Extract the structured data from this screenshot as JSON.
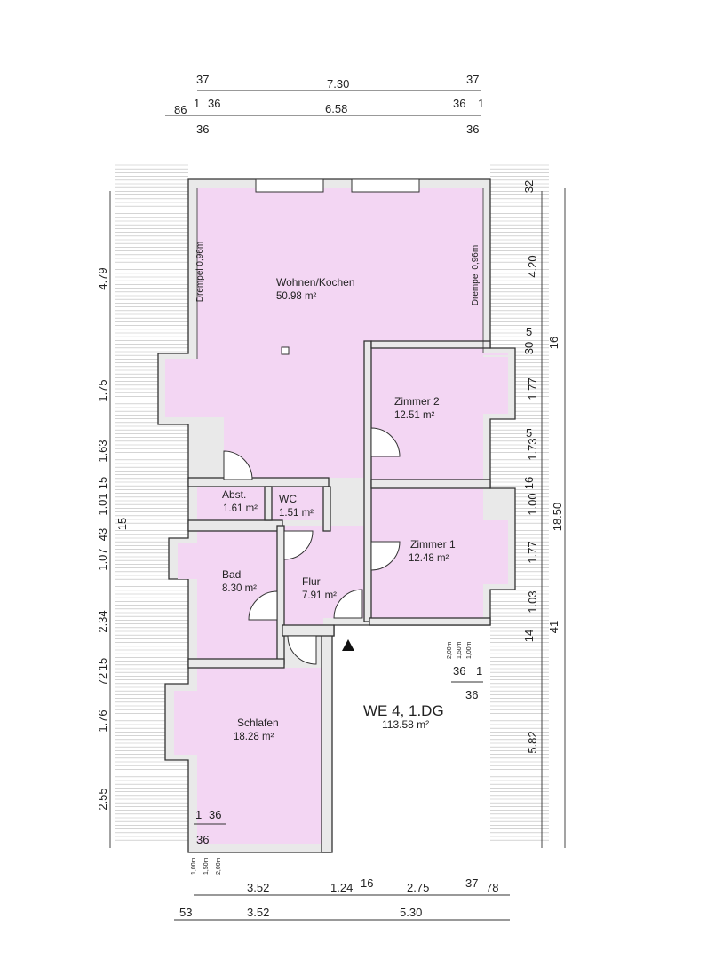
{
  "plan": {
    "title": "WE 4, 1.DG",
    "total_area": "113.58 m²",
    "rooms": [
      {
        "name": "Wohnen/Kochen",
        "area": "50.98 m²"
      },
      {
        "name": "Zimmer 2",
        "area": "12.51 m²"
      },
      {
        "name": "Zimmer 1",
        "area": "12.48 m²"
      },
      {
        "name": "Abst.",
        "area": "1.61 m²"
      },
      {
        "name": "WC",
        "area": "1.51 m²"
      },
      {
        "name": "Bad",
        "area": "8.30 m²"
      },
      {
        "name": "Flur",
        "area": "7.91 m²"
      },
      {
        "name": "Schlafen",
        "area": "18.28 m²"
      }
    ],
    "knee_wall_labels": [
      "Drempel 0,96m",
      "Drempel 0,96m"
    ],
    "height_marks_bottom": [
      "1,00m",
      "1,50m",
      "2,00m"
    ],
    "height_marks_right": [
      "2,00m",
      "1,50m",
      "1,00m"
    ]
  },
  "dimensions": {
    "top_row1": [
      "37",
      "7.30",
      "37"
    ],
    "top_row2": [
      "86",
      "1",
      "36",
      "6.58",
      "36",
      "1"
    ],
    "top_row3": [
      "36",
      "36"
    ],
    "left": [
      "4.79",
      "1.75",
      "1.63",
      "15",
      "1.01",
      "43",
      "15",
      "1.07",
      "2.34",
      "15",
      "72",
      "1.76",
      "2.55"
    ],
    "bottom_inner": [
      "1",
      "36",
      "36"
    ],
    "bottom_row1": [
      "3.52",
      "1.24",
      "16",
      "2.75",
      "37",
      "78"
    ],
    "bottom_row2": [
      "53",
      "3.52",
      "5.30"
    ],
    "right_inner": [
      "32",
      "4.20",
      "30",
      "5",
      "16",
      "1.77",
      "1.73",
      "5",
      "16",
      "1.00",
      "1.77",
      "1.03",
      "14",
      "41"
    ],
    "right_outer": [
      "18.50",
      "5.82"
    ],
    "right_small": [
      "36",
      "1",
      "36"
    ]
  }
}
